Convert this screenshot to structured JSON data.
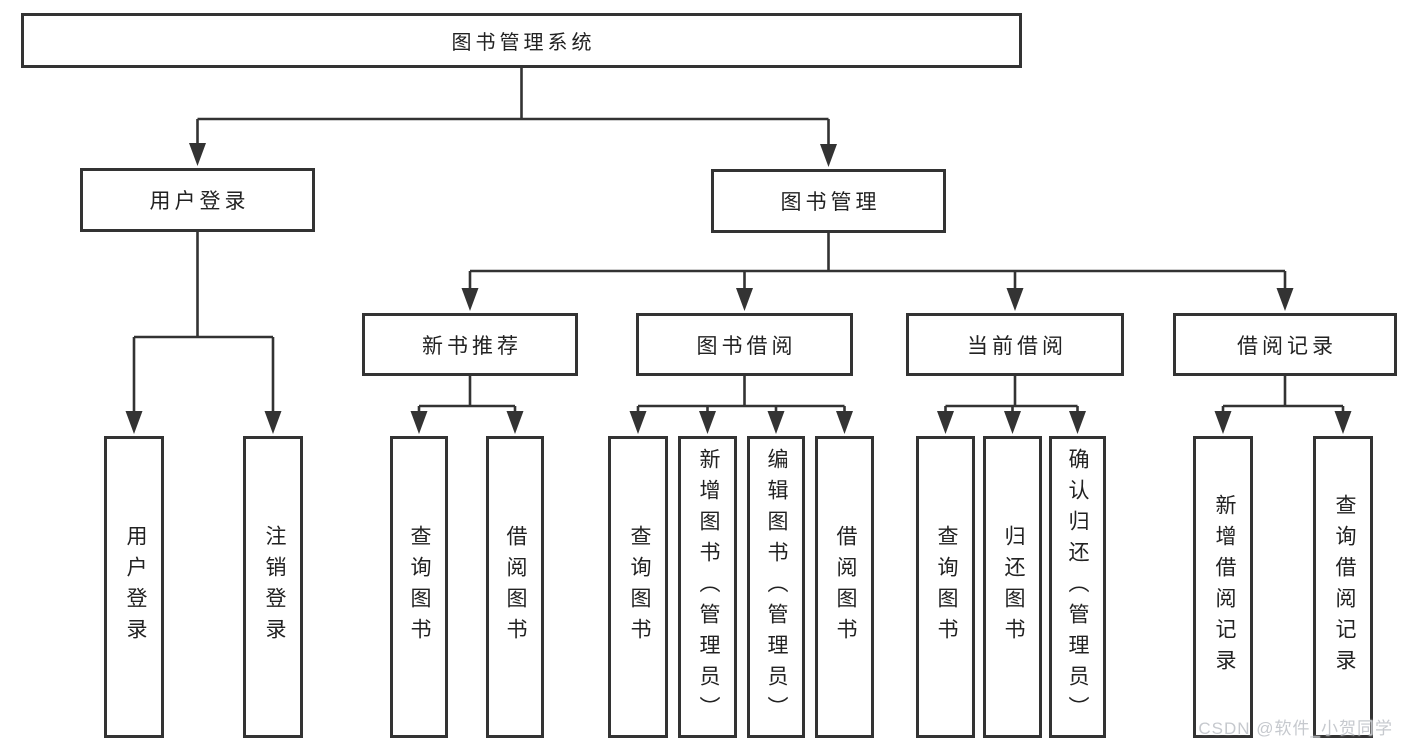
{
  "diagram": {
    "root": {
      "label": "图书管理系统"
    },
    "branches": [
      {
        "label": "用户登录",
        "children": [
          {
            "label": "用户登录"
          },
          {
            "label": "注销登录"
          }
        ]
      },
      {
        "label": "图书管理",
        "children": [
          {
            "label": "新书推荐",
            "children": [
              {
                "label": "查询图书"
              },
              {
                "label": "借阅图书"
              }
            ]
          },
          {
            "label": "图书借阅",
            "children": [
              {
                "label": "查询图书"
              },
              {
                "label": "新增图书（管理员）"
              },
              {
                "label": "编辑图书（管理员）"
              },
              {
                "label": "借阅图书"
              }
            ]
          },
          {
            "label": "当前借阅",
            "children": [
              {
                "label": "查询图书"
              },
              {
                "label": "归还图书"
              },
              {
                "label": "确认归还（管理员）"
              }
            ]
          },
          {
            "label": "借阅记录",
            "children": [
              {
                "label": "新增借阅记录"
              },
              {
                "label": "查询借阅记录"
              }
            ]
          }
        ]
      }
    ]
  },
  "watermark": {
    "text": "CSDN @软件_小贺同学"
  },
  "colors": {
    "line": "#333333",
    "box_border": "#333333",
    "box_bg": "#ffffff",
    "text": "#222222",
    "watermark": "#c6c9ce",
    "background": "#ffffff"
  }
}
